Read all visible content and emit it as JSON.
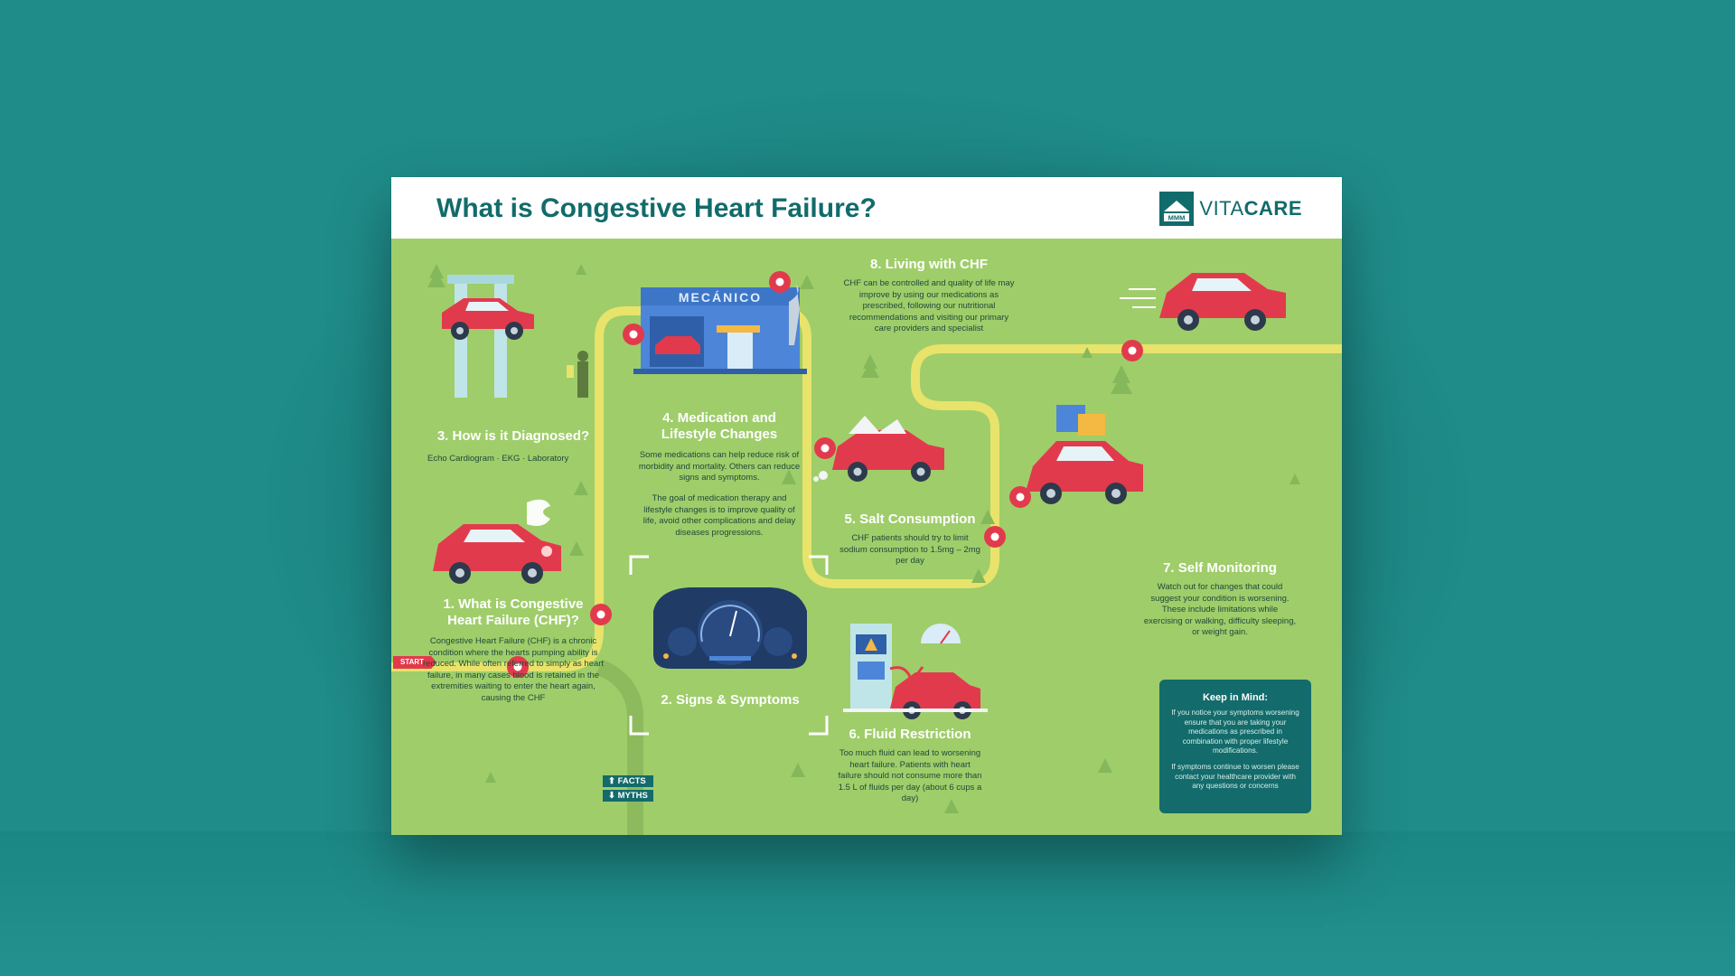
{
  "poster": {
    "title": "What is Congestive Heart Failure?",
    "brand": {
      "light": "VITA",
      "bold": "CARE",
      "mark_label": "MMM"
    },
    "colors": {
      "background": "#1f8c89",
      "board": "#9fcd6a",
      "road": "#e8e36b",
      "title": "#126b6b",
      "car": "#e23a4d",
      "panel": "#136b6b"
    },
    "start_label": "START",
    "signpost": {
      "facts": "⬆ FACTS",
      "myths": "⬇ MYTHS"
    },
    "garage_sign": "MECÁNICO",
    "sections": {
      "s1": {
        "heading": "1. What is Congestive Heart Failure (CHF)?",
        "body": "Congestive Heart Failure (CHF) is a chronic condition where the hearts pumping ability is reduced. While often referred to simply as heart failure, in many cases blood is retained in the extremities waiting to enter the heart again, causing the CHF"
      },
      "s2": {
        "heading": "2. Signs & Symptoms"
      },
      "s3": {
        "heading": "3. How is it Diagnosed?",
        "items": [
          "Echo Cardiogram",
          "EKG",
          "Laboratory"
        ]
      },
      "s4": {
        "heading": "4. Medication and Lifestyle Changes",
        "body1": "Some medications can help reduce risk of morbidity and mortality. Others can reduce signs and symptoms.",
        "body2": "The goal of medication therapy and lifestyle changes is to improve quality of life, avoid other complications and delay diseases progressions."
      },
      "s5": {
        "heading": "5. Salt Consumption",
        "body": "CHF patients should try to limit sodium consumption to 1.5mg – 2mg per day"
      },
      "s6": {
        "heading": "6. Fluid Restriction",
        "body": "Too much fluid can lead to worsening heart failure. Patients with heart failure should not consume more than 1.5 L of fluids per day (about 6 cups a day)"
      },
      "s7": {
        "heading": "7. Self Monitoring",
        "body": "Watch out for changes that could suggest your condition is worsening. These include limitations while exercising or walking, difficulty sleeping, or weight gain."
      },
      "s8": {
        "heading": "8. Living with CHF",
        "body": "CHF can be controlled and quality of life may improve by using our medications as prescribed, following our nutritional recommendations and visiting our primary care providers and specialist"
      }
    },
    "keep_in_mind": {
      "heading": "Keep in Mind:",
      "body1": "If you notice your symptoms worsening ensure that you are taking your medications as prescribed in combination with proper lifestyle modifications.",
      "body2": "If symptoms continue to worsen please contact your healthcare provider with any questions or concerns"
    }
  }
}
